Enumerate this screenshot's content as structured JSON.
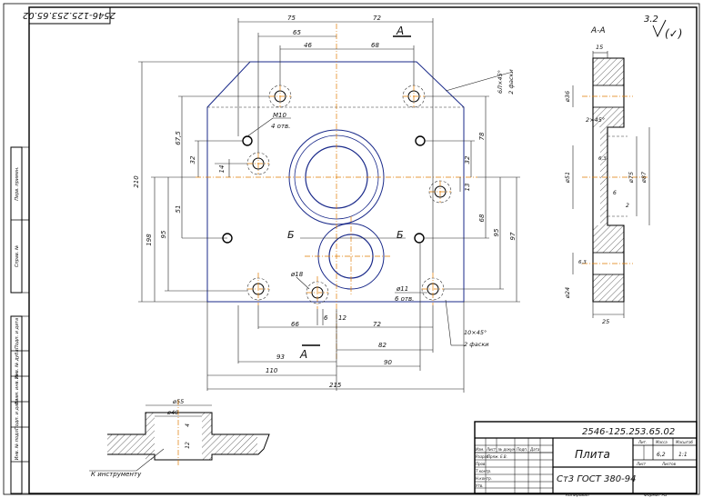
{
  "doc_code_top": "2546-125.253.65.02",
  "doc_code_main": "2546-125.253.65.02",
  "roughness": "3.2",
  "roughness_sym": "(✓)",
  "section_aa": "A-A",
  "title_name": "Плита",
  "material": "Ст3 ГОСТ 380-94",
  "scale": "1:1",
  "mass": "6,2",
  "left_strip": [
    "Перв. примен.",
    "Справ. №",
    "Подп. и дата",
    "Инв. № дубл.",
    "Взам. инв. №",
    "Подп. и дата",
    "Инв. № подл."
  ],
  "title_rows": [
    "Изм.",
    "Лист",
    "№ докум.",
    "Подп.",
    "Дата",
    "Разраб.",
    "Пров.",
    "Т.контр.",
    "Н.контр.",
    "Утв."
  ],
  "title_sub": [
    "Лит.",
    "Масса",
    "Масштаб",
    "Лист",
    "Листов"
  ],
  "razrab_name": "Пряж. Е.В.",
  "footer": [
    "Копировал",
    "Формат А3"
  ],
  "dims": {
    "d75": "75",
    "d72t": "72",
    "d65": "65",
    "d46": "46",
    "d68t": "68",
    "chamf1": "6Л×45°",
    "chamf1b": "2 фаски",
    "m10": "М10",
    "m10b": "4 отв.",
    "d675": "67,5",
    "d32l": "32",
    "d14": "14",
    "d18": "18",
    "d210": "210",
    "d198": "198",
    "d95l": "95",
    "d51": "51",
    "d78": "78",
    "d32r": "32",
    "d13": "13",
    "d68r": "68",
    "d95r": "95",
    "d97": "97",
    "d18b": "ø18",
    "d11": "ø11",
    "d11b": "6 отв.",
    "d6": "6",
    "d12": "12",
    "d66": "66",
    "d72b": "72",
    "d82": "82",
    "d93": "93",
    "d90": "90",
    "d110": "110",
    "d215": "215",
    "chamf2": "10×45°",
    "chamf2b": "2 фаски",
    "sec_b": "Б",
    "sec_a": "A",
    "s15": "15",
    "s36": "ø36",
    "s51": "ø51",
    "s75": "ø75",
    "s87": "ø87",
    "s24": "ø24",
    "s2x45": "2×45°",
    "s6": "6",
    "s2": "2",
    "s25": "25",
    "v6s": "6,3",
    "v6s2": "6,3",
    "detail_d55": "ø55",
    "detail_d40": "ø40",
    "detail_4": "4",
    "detail_12": "12",
    "detail_note": "К инструменту"
  },
  "colors": {
    "frame": "#000000",
    "outline": "#1a2a8a",
    "axis": "#e07b00"
  }
}
